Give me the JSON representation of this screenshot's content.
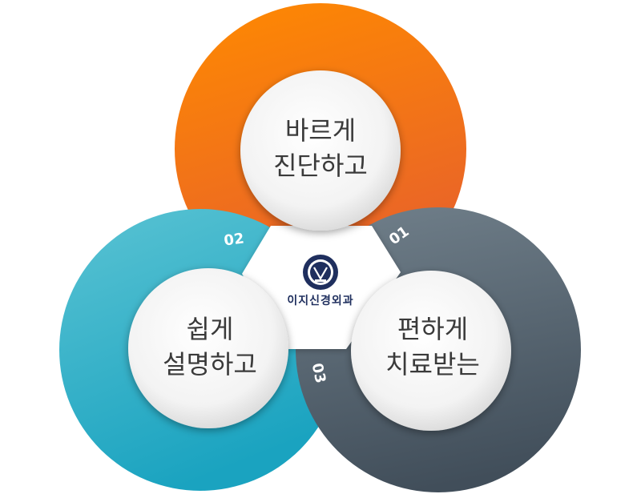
{
  "center": {
    "clinic_name": "이지신경외과"
  },
  "petals": [
    {
      "id": "top",
      "number": "01",
      "line1": "바르게",
      "line2": "진단하고",
      "color": "#f07a1a"
    },
    {
      "id": "left",
      "number": "02",
      "line1": "쉽게",
      "line2": "설명하고",
      "color": "#2fb0c8"
    },
    {
      "id": "right",
      "number": "03",
      "line1": "편하게",
      "line2": "치료받는",
      "color": "#55626e"
    }
  ],
  "icons": {
    "logo": "university-seal-icon"
  }
}
